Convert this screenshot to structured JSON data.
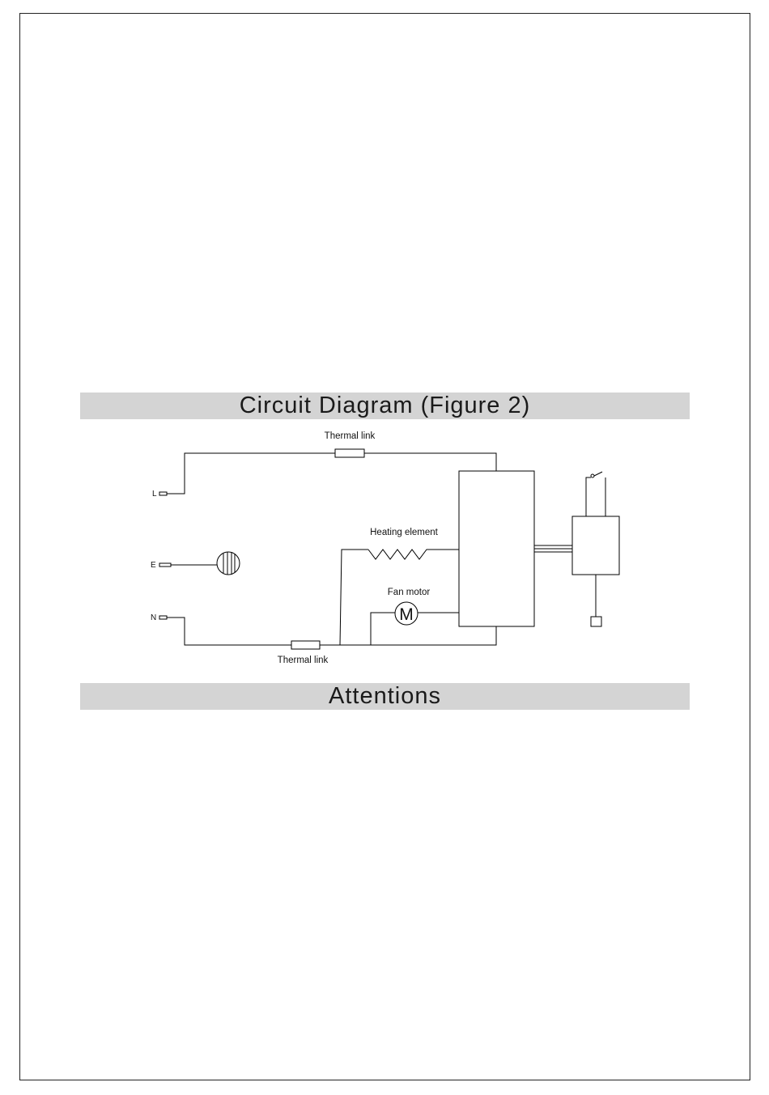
{
  "sections": {
    "circuit_title": "Circuit Diagram (Figure 2)",
    "attentions_title": "Attentions"
  },
  "diagram": {
    "labels": {
      "thermal_link_top": "Thermal link",
      "thermal_link_bottom": "Thermal link",
      "heating_element": "Heating element",
      "fan_motor": "Fan motor",
      "motor_symbol": "M",
      "terminal_l": "L",
      "terminal_e": "E",
      "terminal_n": "N"
    }
  },
  "colors": {
    "line": "#000000",
    "section_bar": "#d4d4d4"
  }
}
